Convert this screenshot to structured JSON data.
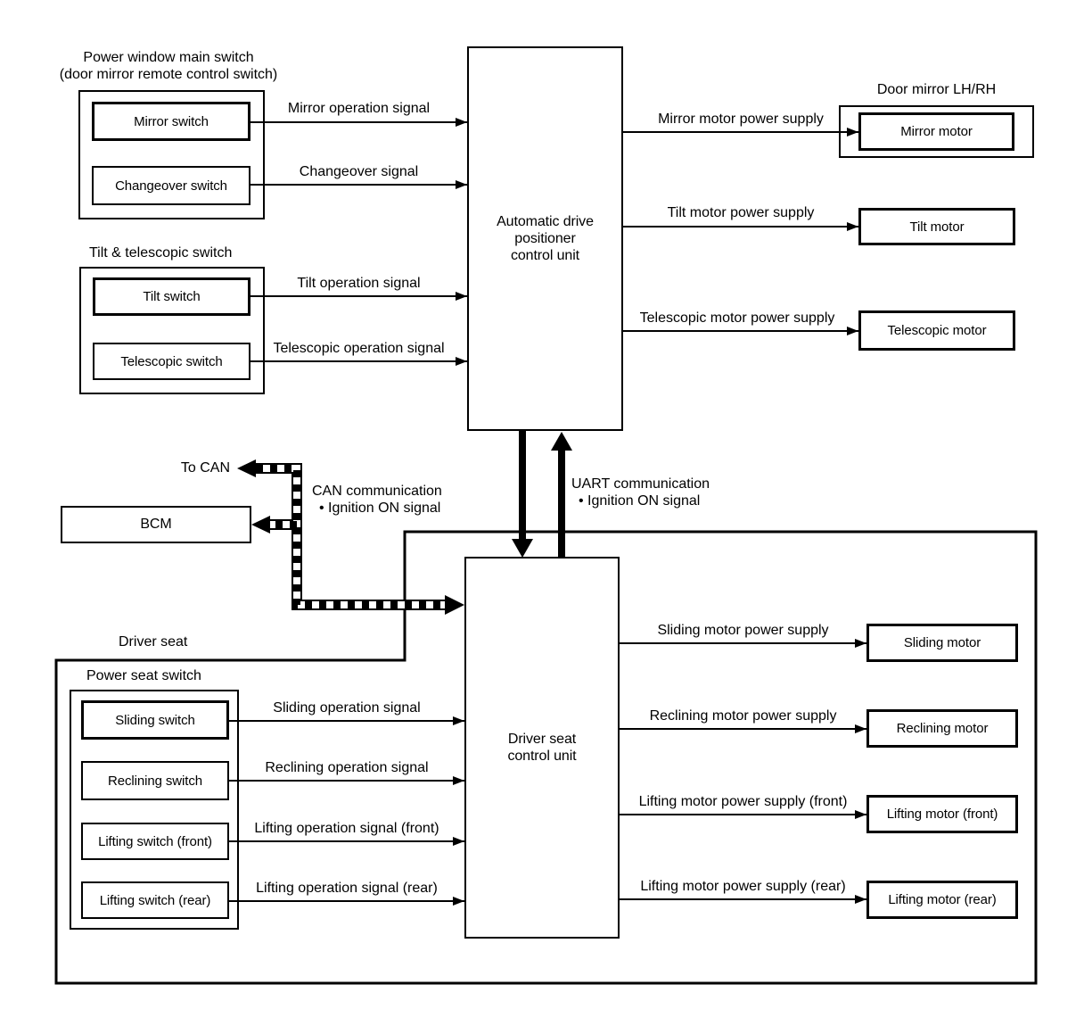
{
  "colors": {
    "line": "#000000",
    "background": "#ffffff"
  },
  "power_window_group": {
    "title_line1": "Power window main switch",
    "title_line2": "(door mirror remote control switch)",
    "mirror_switch": "Mirror switch",
    "changeover_switch": "Changeover switch"
  },
  "tilt_telescopic_group": {
    "title": "Tilt & telescopic switch",
    "tilt_switch": "Tilt switch",
    "telescopic_switch": "Telescopic switch"
  },
  "adp_control_unit": {
    "lines": [
      "Automatic drive",
      "positioner",
      "control unit"
    ]
  },
  "door_mirror_group": {
    "title": "Door mirror LH/RH",
    "mirror_motor": "Mirror motor"
  },
  "right_motors": {
    "tilt_motor": "Tilt motor",
    "telescopic_motor": "Telescopic motor"
  },
  "signals_top": {
    "mirror_operation": "Mirror operation signal",
    "changeover": "Changeover signal",
    "tilt_operation": "Tilt operation signal",
    "telescopic_operation": "Telescopic operation signal",
    "mirror_motor_power": "Mirror motor power supply",
    "tilt_motor_power": "Tilt motor power supply",
    "telescopic_motor_power": "Telescopic motor power supply"
  },
  "can": {
    "to_can": "To CAN",
    "title": "CAN communication",
    "bullet": "• Ignition ON signal",
    "bcm": "BCM"
  },
  "uart": {
    "title": "UART communication",
    "bullet": "• Ignition ON signal"
  },
  "driver_seat_group": {
    "title": "Driver seat",
    "power_seat_switch": {
      "title": "Power seat switch",
      "sliding_switch": "Sliding switch",
      "reclining_switch": "Reclining switch",
      "lifting_switch_front": "Lifting switch (front)",
      "lifting_switch_rear": "Lifting switch (rear)"
    },
    "control_unit": {
      "lines": [
        "Driver seat",
        "control unit"
      ]
    }
  },
  "signals_bottom": {
    "sliding_operation": "Sliding operation signal",
    "reclining_operation": "Reclining operation signal",
    "lifting_operation_front": "Lifting operation signal (front)",
    "lifting_operation_rear": "Lifting operation signal (rear)",
    "sliding_motor_power": "Sliding motor power supply",
    "reclining_motor_power": "Reclining motor power supply",
    "lifting_motor_power_front": "Lifting motor power supply (front)",
    "lifting_motor_power_rear": "Lifting motor power supply (rear)"
  },
  "bottom_motors": {
    "sliding_motor": "Sliding motor",
    "reclining_motor": "Reclining motor",
    "lifting_motor_front": "Lifting motor (front)",
    "lifting_motor_rear": "Lifting motor (rear)"
  }
}
